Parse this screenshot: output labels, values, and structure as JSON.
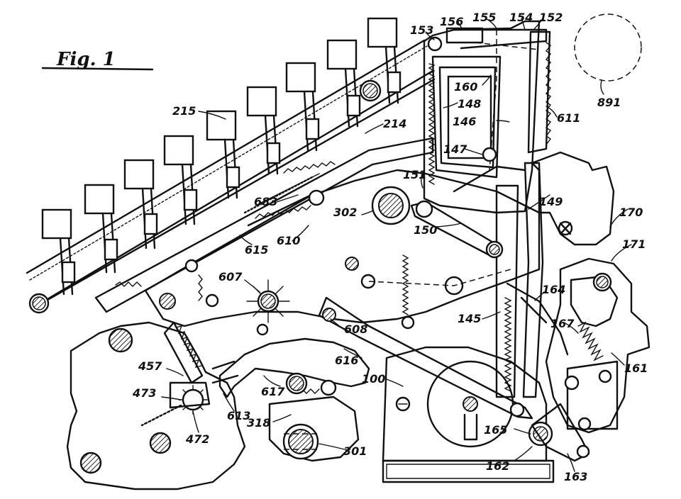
{
  "figure": {
    "title": "Fig. 1",
    "labels": {
      "l153": "153",
      "l156": "156",
      "l155": "155",
      "l154": "154",
      "l152": "152",
      "l891": "891",
      "l160": "160",
      "l148": "148",
      "l146": "146",
      "l611": "611",
      "l215": "215",
      "l214": "214",
      "l147": "147",
      "l151": "151",
      "l683": "683",
      "l302": "302",
      "l149": "149",
      "l150": "150",
      "l170": "170",
      "l171": "171",
      "l615": "615",
      "l610": "610",
      "l607": "607",
      "l164": "164",
      "l145": "145",
      "l608": "608",
      "l167": "167",
      "l457": "457",
      "l616": "616",
      "l100": "100",
      "l161": "161",
      "l473": "473",
      "l617": "617",
      "l613": "613",
      "l318": "318",
      "l472": "472",
      "l301": "301",
      "l165": "165",
      "l162": "162",
      "l163": "163"
    }
  }
}
